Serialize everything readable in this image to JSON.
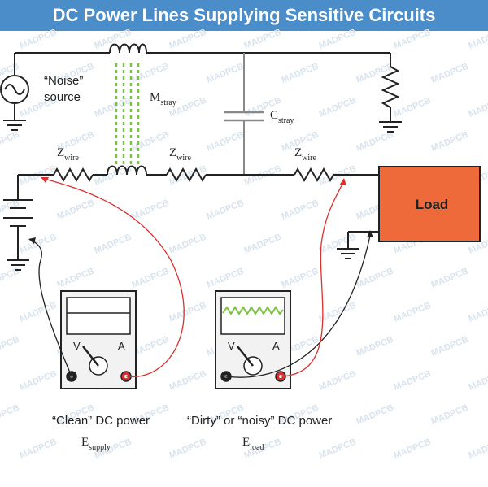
{
  "title": "DC Power Lines Supplying Sensitive Circuits",
  "labels": {
    "noise_source": [
      "“Noise”",
      "source"
    ],
    "m_main": "M",
    "m_sub": "stray",
    "c_main": "C",
    "c_sub": "stray",
    "z_main": "Z",
    "z_sub": "wire",
    "load": "Load",
    "meter_v": "V",
    "meter_a": "A",
    "clean_caption": "“Clean” DC power",
    "dirty_caption": "“Dirty” or “noisy” DC power",
    "e_main": "E",
    "e_supply_sub": "supply",
    "e_load_sub": "load"
  },
  "watermark": "MADPCB",
  "colors": {
    "title_bg": "#4a8dc9",
    "load_fill": "#ef6a3a",
    "probe_red": "#d93030",
    "mutual_green": "#7cc242",
    "noise_trace": "#7cc242"
  }
}
